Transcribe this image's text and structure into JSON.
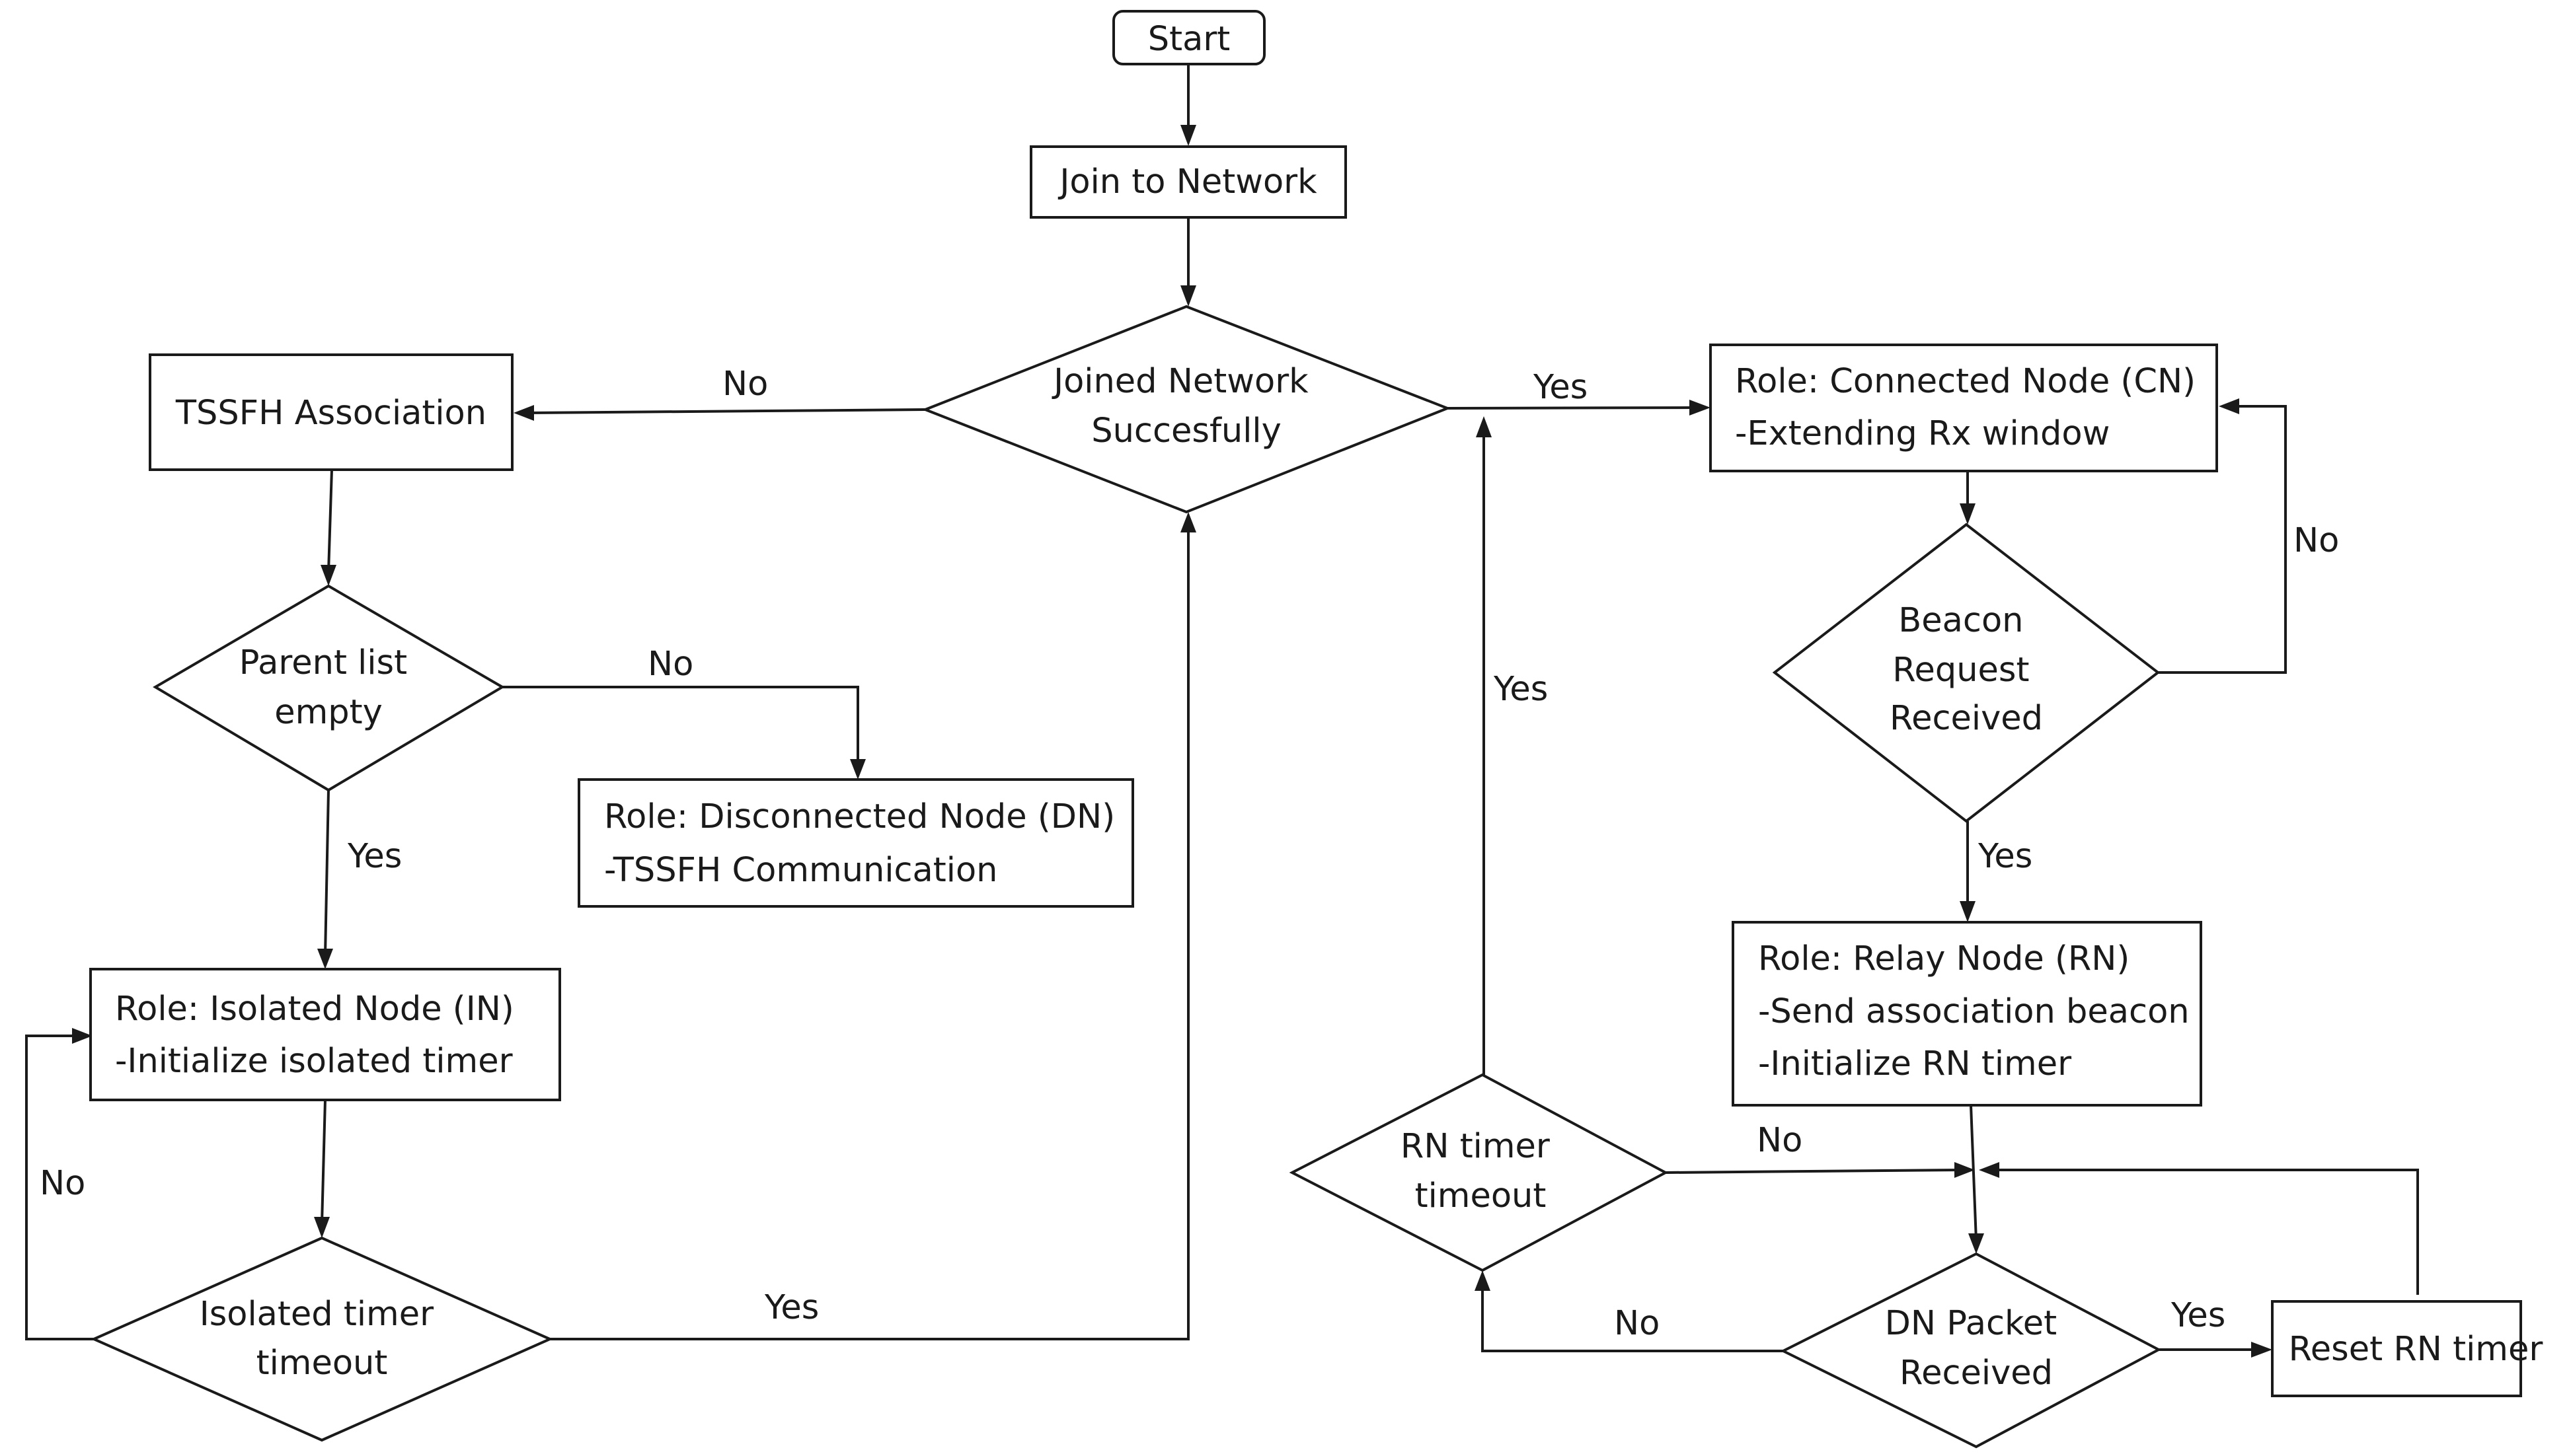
{
  "nodes": {
    "start": {
      "lines": [
        "Start"
      ]
    },
    "join_network": {
      "lines": [
        "Join to Network"
      ]
    },
    "joined_decision": {
      "lines": [
        "Joined Network",
        "Succesfully"
      ]
    },
    "tssfh_association": {
      "lines": [
        "TSSFH Association"
      ]
    },
    "parent_list": {
      "lines": [
        "Parent list",
        "empty"
      ]
    },
    "role_dn": {
      "lines": [
        "Role: Disconnected Node (DN)",
        "-TSSFH Communication"
      ]
    },
    "role_in": {
      "lines": [
        "Role: Isolated Node (IN)",
        "-Initialize isolated timer"
      ]
    },
    "isolated_timeout": {
      "lines": [
        "Isolated timer",
        "timeout"
      ]
    },
    "role_cn": {
      "lines": [
        "Role: Connected Node (CN)",
        "-Extending Rx window"
      ]
    },
    "beacon_decision": {
      "lines": [
        "Beacon",
        "Request",
        "Received"
      ]
    },
    "role_rn": {
      "lines": [
        "Role: Relay Node (RN)",
        "-Send association beacon",
        "-Initialize RN timer"
      ]
    },
    "rn_timeout": {
      "lines": [
        "RN timer",
        "timeout"
      ]
    },
    "dn_packet": {
      "lines": [
        "DN Packet",
        "Received"
      ]
    },
    "reset_rn": {
      "lines": [
        "Reset RN timer"
      ]
    }
  },
  "edge_labels": {
    "joined_no": "No",
    "joined_yes": "Yes",
    "parent_no": "No",
    "parent_yes": "Yes",
    "isolated_no": "No",
    "isolated_yes": "Yes",
    "beacon_no": "No",
    "beacon_yes": "Yes",
    "rn_timeout_yes": "Yes",
    "rn_timeout_no": "No",
    "dn_packet_no": "No",
    "dn_packet_yes": "Yes"
  }
}
